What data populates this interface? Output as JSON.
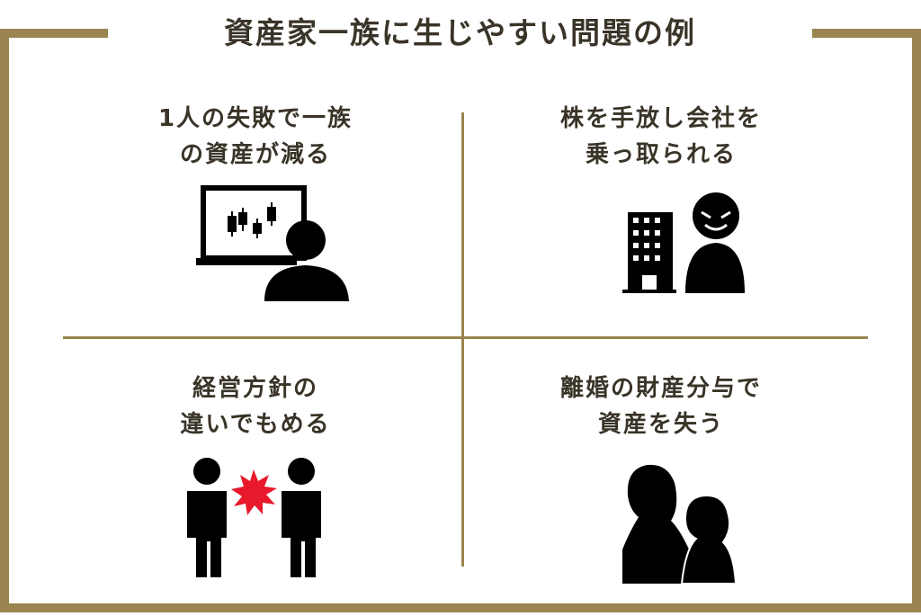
{
  "title": "資産家一族に生じやすい問題の例",
  "colors": {
    "frame": "#9a844f",
    "text": "#3a3428",
    "burst": "#e8192c"
  },
  "panels": [
    {
      "line1": "1人の失敗で一族",
      "line2": "の資産が減る",
      "icon": "trading-loss-icon"
    },
    {
      "line1": "株を手放し会社を",
      "line2": "乗っ取られる",
      "icon": "company-takeover-icon"
    },
    {
      "line1": "経営方針の",
      "line2": "違いでもめる",
      "icon": "conflict-icon"
    },
    {
      "line1": "離婚の財産分与で",
      "line2": "資産を失う",
      "icon": "divorce-icon"
    }
  ]
}
